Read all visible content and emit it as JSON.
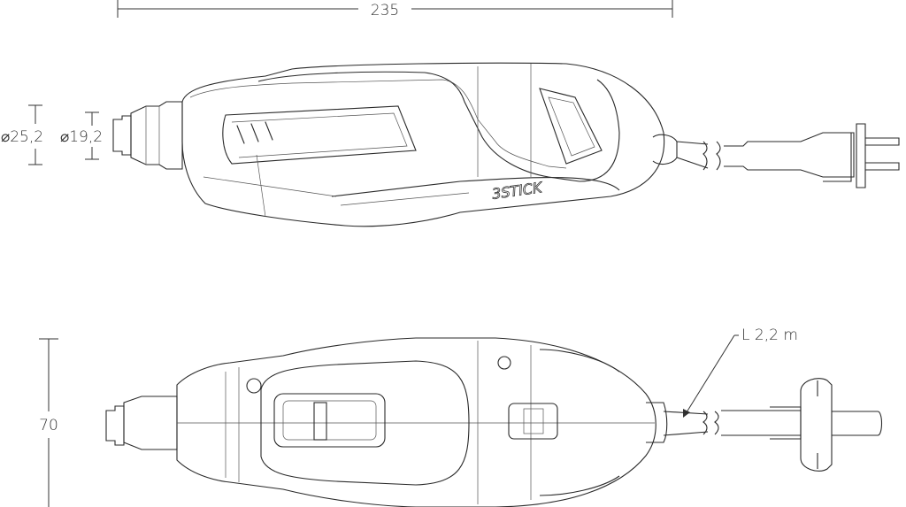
{
  "dimensions": {
    "length": "235",
    "outer_diameter": "⌀25,2",
    "inner_diameter": "⌀19,2",
    "height": "70",
    "cord_length": "L 2,2 m"
  },
  "logo": "3STICK"
}
